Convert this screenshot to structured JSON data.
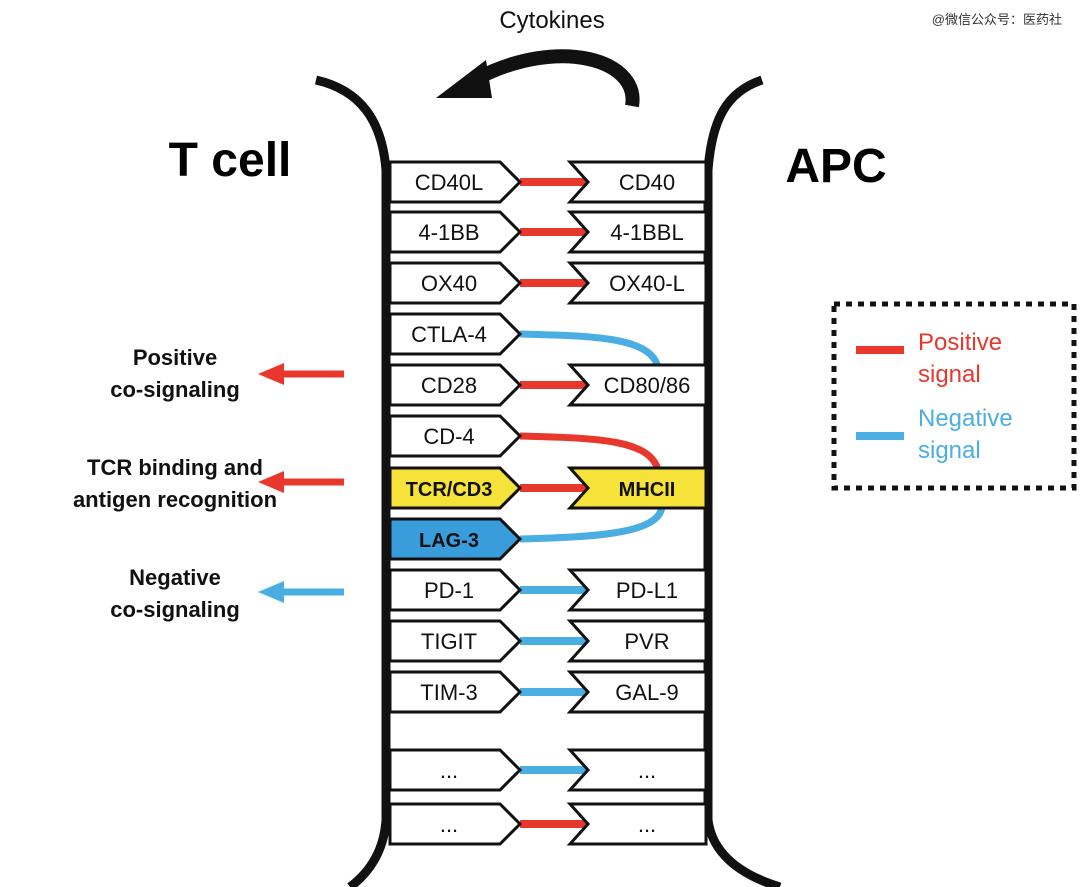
{
  "title_top": "Cytokines",
  "left_cell_label": "T cell",
  "right_cell_label": "APC",
  "watermark": "@微信公众号：医药社",
  "colors": {
    "positive": "#e8382d",
    "negative": "#4aaee3",
    "highlight_yellow": "#f7e23a",
    "highlight_blue": "#3a9ddb"
  },
  "pairs": [
    {
      "left": "CD40L",
      "right": "CD40",
      "signal": "positive",
      "connector": "straight"
    },
    {
      "left": "4-1BB",
      "right": "4-1BBL",
      "signal": "positive",
      "connector": "straight"
    },
    {
      "left": "OX40",
      "right": "OX40-L",
      "signal": "positive",
      "connector": "straight"
    },
    {
      "left": "CTLA-4",
      "right": "",
      "signal": "negative",
      "connector": "curve-down"
    },
    {
      "left": "CD28",
      "right": "CD80/86",
      "signal": "positive",
      "connector": "straight"
    },
    {
      "left": "CD-4",
      "right": "",
      "signal": "positive",
      "connector": "curve-down"
    },
    {
      "left": "TCR/CD3",
      "right": "MHCII",
      "signal": "positive",
      "connector": "straight",
      "highlight": "yellow"
    },
    {
      "left": "LAG-3",
      "right": "",
      "signal": "negative",
      "connector": "curve-up",
      "highlight": "blue"
    },
    {
      "left": "PD-1",
      "right": "PD-L1",
      "signal": "negative",
      "connector": "straight"
    },
    {
      "left": "TIGIT",
      "right": "PVR",
      "signal": "negative",
      "connector": "straight"
    },
    {
      "left": "TIM-3",
      "right": "GAL-9",
      "signal": "negative",
      "connector": "straight"
    },
    {
      "left": "...",
      "right": "...",
      "signal": "negative",
      "connector": "straight"
    },
    {
      "left": "...",
      "right": "...",
      "signal": "positive",
      "connector": "straight"
    }
  ],
  "side_labels": [
    {
      "lines": [
        "Positive",
        "co-signaling"
      ],
      "signal": "positive"
    },
    {
      "lines": [
        "TCR binding and",
        "antigen recognition"
      ],
      "signal": "positive"
    },
    {
      "lines": [
        "Negative",
        "co-signaling"
      ],
      "signal": "negative"
    }
  ],
  "legend": [
    {
      "lines": [
        "Positive",
        "signal"
      ],
      "signal": "positive"
    },
    {
      "lines": [
        "Negative",
        "signal"
      ],
      "signal": "negative"
    }
  ]
}
